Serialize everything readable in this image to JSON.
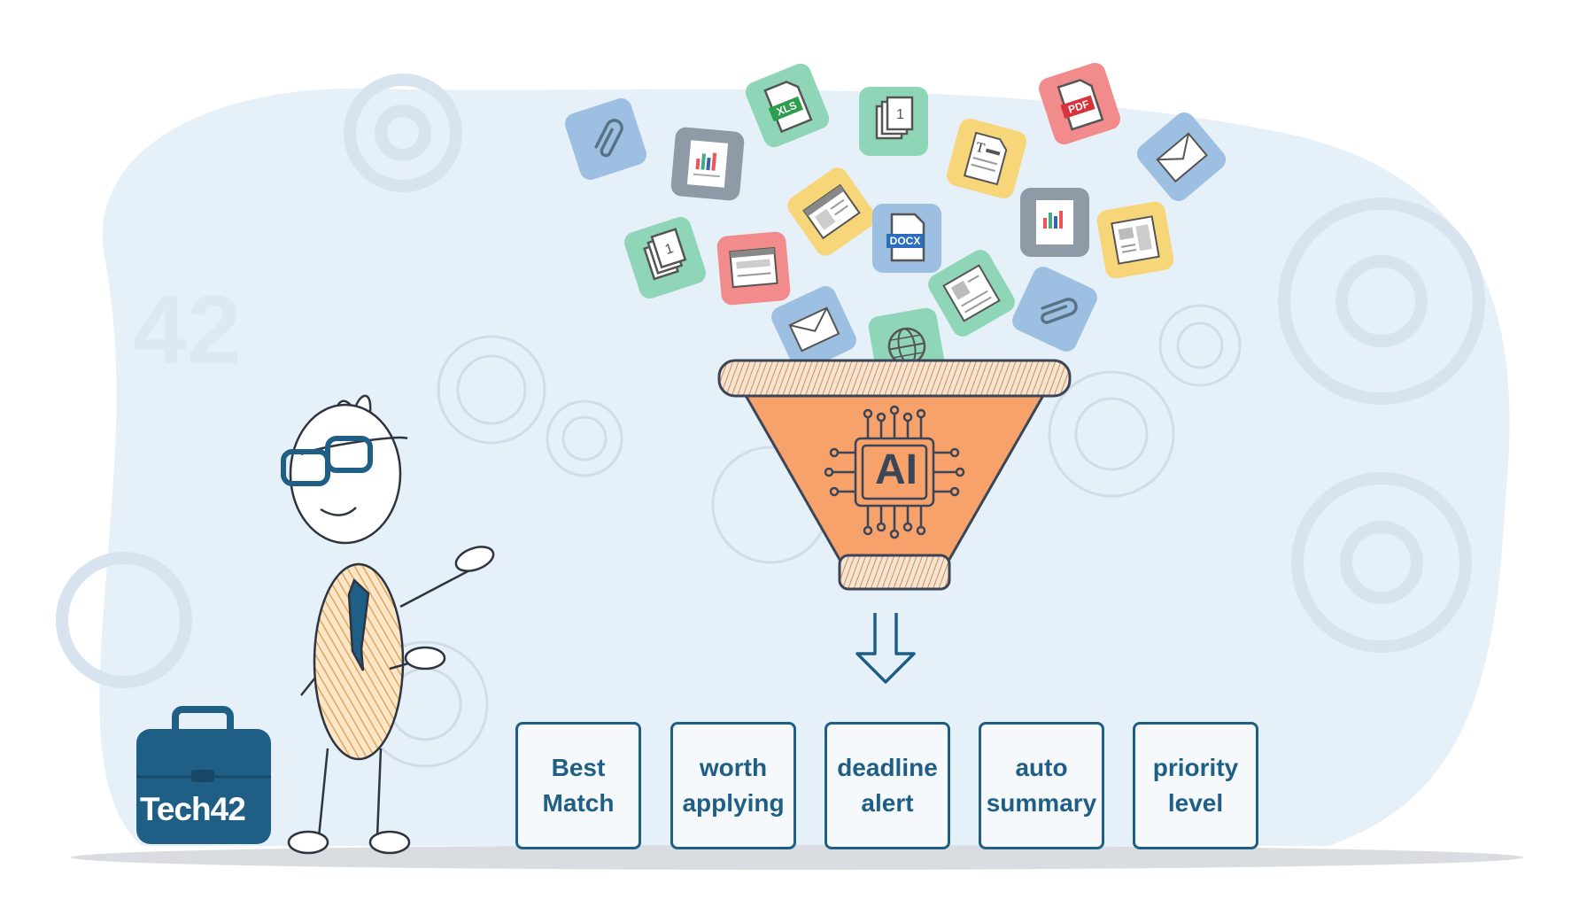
{
  "funnel": {
    "label": "AI"
  },
  "brand": {
    "label": "Tech42"
  },
  "tiles": {
    "xls": "XLS",
    "pdf": "PDF",
    "docx": "DOCX"
  },
  "features": [
    {
      "line1": "Best",
      "line2": "Match"
    },
    {
      "line1": "worth",
      "line2": "applying"
    },
    {
      "line1": "deadline",
      "line2": "alert"
    },
    {
      "line1": "auto",
      "line2": "summary"
    },
    {
      "line1": "priority",
      "line2": "level"
    }
  ],
  "colors": {
    "background_blob": "#e6f0f8",
    "accent_blue": "#1f5f86",
    "funnel_orange": "#f7a26b",
    "tile_blue": "#9dbfe2",
    "tile_green": "#8fd6b8",
    "tile_red": "#f28b8b",
    "tile_yellow": "#f7d679",
    "tile_gray": "#8e9aa5"
  }
}
